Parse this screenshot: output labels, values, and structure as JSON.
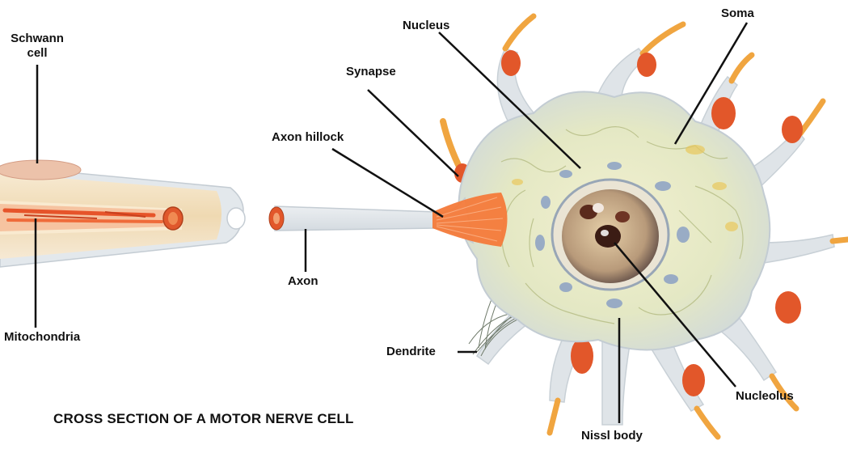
{
  "title": "CROSS SECTION OF A MOTOR NERVE CELL",
  "labels": {
    "schwann_cell": "Schwann cell",
    "mitochondria": "Mitochondria",
    "synapse": "Synapse",
    "axon_hillock": "Axon hillock",
    "axon": "Axon",
    "nucleus": "Nucleus",
    "soma": "Soma",
    "dendrite": "Dendrite",
    "nucleolus": "Nucleolus",
    "nissl_body": "Nissl body"
  },
  "colors": {
    "membrane": "#d9dee4",
    "cytoplasm": "#e6ebc8",
    "dendrite_tip": "#e2572a",
    "dendrite_stem": "#f0a540",
    "axon_hillock": "#f47a3a",
    "myelin": "#f4e6cc",
    "nissl": "#7f97c4",
    "nucleus": "#c7a98a",
    "nucleolus": "#3b1c14"
  }
}
